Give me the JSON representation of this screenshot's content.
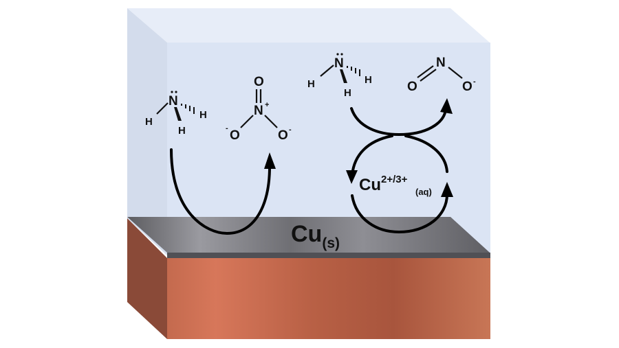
{
  "colors": {
    "solution_front": "#dbe4f4",
    "solution_top": "#e7edf8",
    "solution_side": "#d0d9ea",
    "surface": "#6e6e72",
    "copper_front": "#c06a4e",
    "copper_side": "#8a4a38",
    "arrow": "#000000"
  },
  "surface": {
    "label": "Cu",
    "subscript": "(s)"
  },
  "ion": {
    "label": "Cu",
    "charge": "2+/3+",
    "subscript": "(aq)"
  },
  "ammonia_left": {
    "N": "N",
    "H1": "H",
    "H2": "H",
    "H3": "H"
  },
  "nitrate": {
    "O_top": "O",
    "N": "N",
    "N_charge": "+",
    "O_left": "O",
    "O_left_charge": "-",
    "O_right": "O",
    "O_right_charge": "-"
  },
  "ammonia_right": {
    "N": "N",
    "H1": "H",
    "H2": "H",
    "H3": "H"
  },
  "nitrite": {
    "O_left": "O",
    "N": "N",
    "O_right": "O",
    "O_right_charge": "-"
  }
}
